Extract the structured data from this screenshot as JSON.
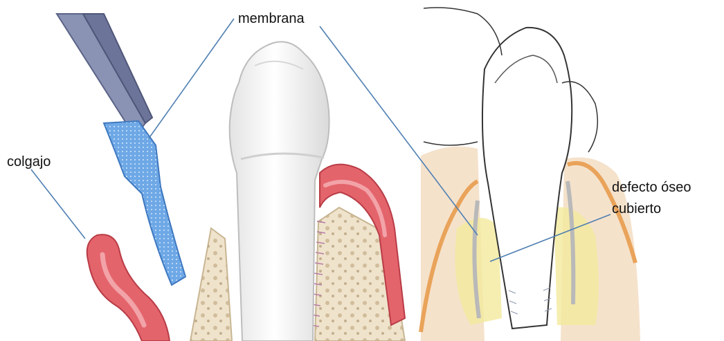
{
  "labels": {
    "membrana": "membrana",
    "colgajo": "colgajo",
    "defecto_line1": "defecto óseo",
    "defecto_line2": "cubierto"
  },
  "colors": {
    "gum": "#e4646c",
    "gum_light": "#f2a3a8",
    "bone": "#efe3cc",
    "bone_pores": "#c9b48f",
    "membrane": "#6ea8e6",
    "instrument": "#8a93b3",
    "tooth": "#f3f3f3",
    "leader_line": "#4f7fb2",
    "defect_orange": "#e9a35a",
    "defect_yellow": "#f2ea9c"
  },
  "icons": [
    "forceps-illustration",
    "membrane-illustration",
    "tooth-illustration",
    "tooth-outline-illustration"
  ]
}
